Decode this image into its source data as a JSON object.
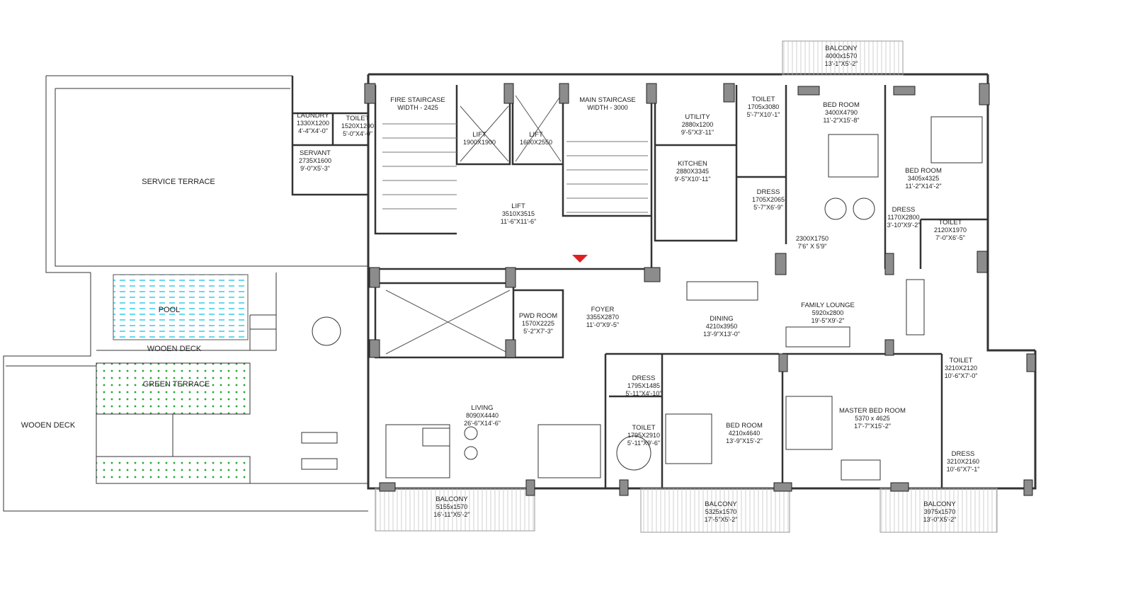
{
  "colors": {
    "wall": "#333333",
    "column": "#8c8c8c",
    "pool": "#33ccee",
    "green": "#22aa33",
    "entry_marker": "#e02020"
  },
  "rooms": [
    {
      "name": "SERVICE TERRACE"
    },
    {
      "name": "LAUNDRY",
      "dims": "1330X1200",
      "feet": "4'-4\"X4'-0\""
    },
    {
      "name": "TOILET",
      "dims": "1520X1200",
      "feet": "5'-0\"X4'-0\""
    },
    {
      "name": "SERVANT",
      "dims": "2735X1600",
      "feet": "9'-0\"X5'-3\""
    },
    {
      "name": "FIRE STAIRCASE",
      "dims": "WIDTH - 2425"
    },
    {
      "name": "LIFT",
      "dims": "1900X1900"
    },
    {
      "name": "LIFT",
      "dims": "1600X2550"
    },
    {
      "name": "MAIN STAIRCASE",
      "dims": "WIDTH - 3000"
    },
    {
      "name": "LIFT",
      "dims": "3510X3515",
      "feet": "11'-6\"X11'-6\""
    },
    {
      "name": "UTILITY",
      "dims": "2880x1200",
      "feet": "9'-5\"X3'-11\""
    },
    {
      "name": "KITCHEN",
      "dims": "2880X3345",
      "feet": "9'-5\"X10'-11\""
    },
    {
      "name": "TOILET",
      "dims": "1705x3080",
      "feet": "5'-7\"X10'-1\""
    },
    {
      "name": "BED ROOM",
      "dims": "3400X4790",
      "feet": "11'-2\"X15'-8\""
    },
    {
      "name": "BALCONY",
      "dims": "4000x1570",
      "feet": "13'-1\"X5'-2\""
    },
    {
      "name": "BED ROOM",
      "dims": "3405x4325",
      "feet": "11'-2\"X14'-2\""
    },
    {
      "name": "DRESS",
      "dims": "1705X2065",
      "feet": "5'-7\"X6'-9\""
    },
    {
      "name": "",
      "dims": "2300X1750",
      "feet": "7'6\" X 5'9\""
    },
    {
      "name": "DRESS",
      "dims": "1170X2800",
      "feet": "3'-10\"X9'-2\""
    },
    {
      "name": "TOILET",
      "dims": "2120X1970",
      "feet": "7'-0\"X6'-5\""
    },
    {
      "name": "FOYER",
      "dims": "3355X2870",
      "feet": "11'-0\"X9'-5\""
    },
    {
      "name": "PWD ROOM",
      "dims": "1570X2225",
      "feet": "5'-2\"X7'-3\""
    },
    {
      "name": "DINING",
      "dims": "4210x3950",
      "feet": "13'-9\"X13'-0\""
    },
    {
      "name": "FAMILY LOUNGE",
      "dims": "5920x2800",
      "feet": "19'-5\"X9'-2\""
    },
    {
      "name": "POOL"
    },
    {
      "name": "WOOEN DECK"
    },
    {
      "name": "GREEN TERRACE"
    },
    {
      "name": "WOOEN DECK"
    },
    {
      "name": "LIVING",
      "dims": "8090X4440",
      "feet": "26'-6\"X14'-6\""
    },
    {
      "name": "DRESS",
      "dims": "1795X1485",
      "feet": "5'-11\"X4'-10\""
    },
    {
      "name": "TOILET",
      "dims": "1795X2910",
      "feet": "5'-11\"X9'-6\""
    },
    {
      "name": "BED ROOM",
      "dims": "4210x4640",
      "feet": "13'-9\"X15'-2\""
    },
    {
      "name": "MASTER BED ROOM",
      "dims": "5370 x 4625",
      "feet": "17'-7\"X15'-2\""
    },
    {
      "name": "TOILET",
      "dims": "3210X2120",
      "feet": "10'-6\"X7'-0\""
    },
    {
      "name": "DRESS",
      "dims": "3210X2160",
      "feet": "10'-6\"X7'-1\""
    },
    {
      "name": "BALCONY",
      "dims": "5155x1570",
      "feet": "16'-11\"X5'-2\""
    },
    {
      "name": "BALCONY",
      "dims": "5325x1570",
      "feet": "17'-5\"X5'-2\""
    },
    {
      "name": "BALCONY",
      "dims": "3975x1570",
      "feet": "13'-0\"X5'-2\""
    }
  ]
}
